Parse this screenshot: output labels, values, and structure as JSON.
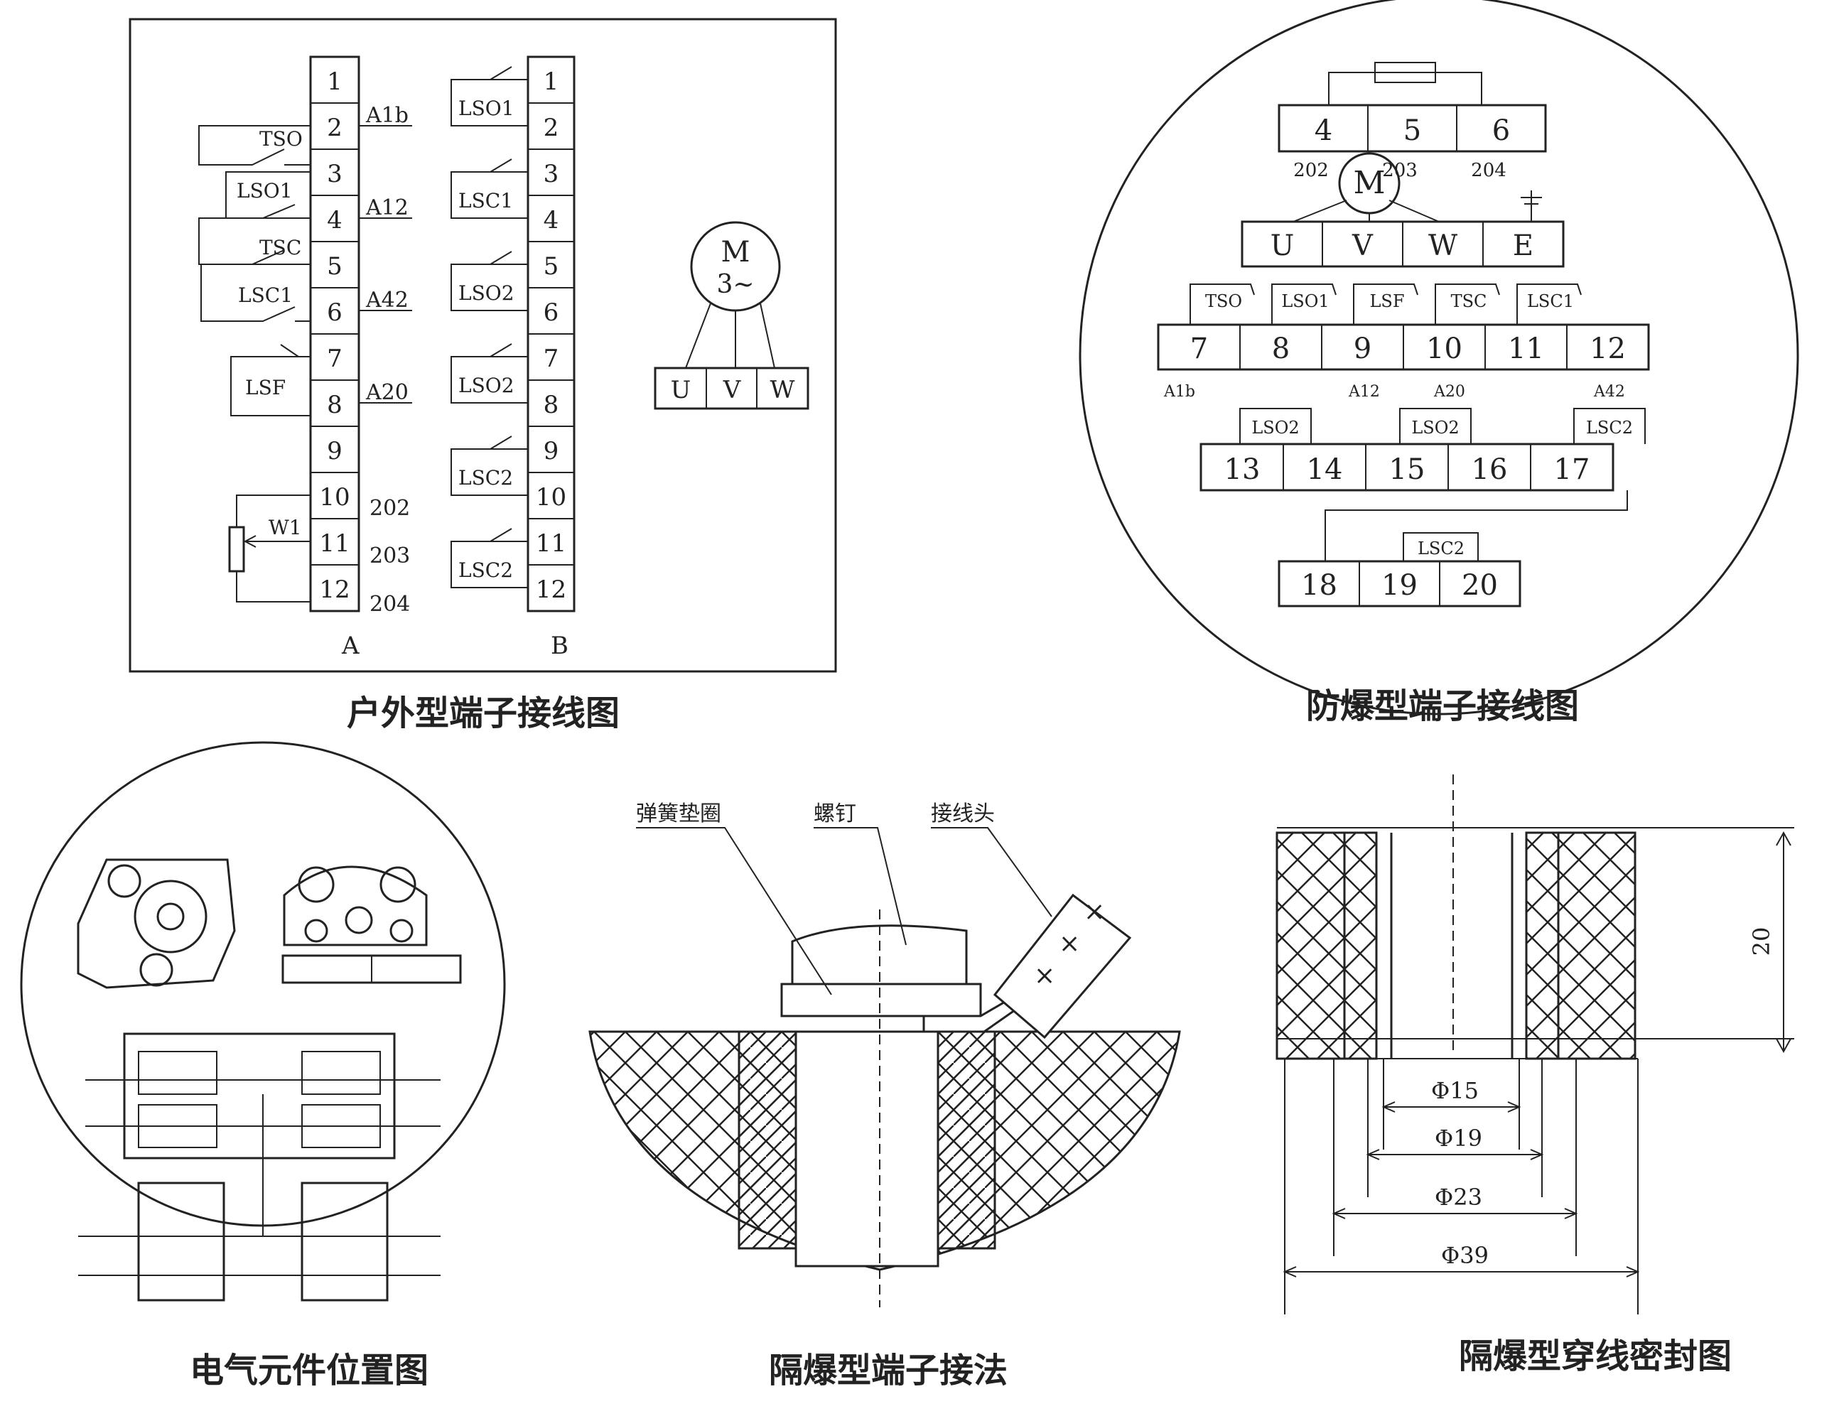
{
  "captions": {
    "outdoor": "户外型端子接线图",
    "explosion_proof": "防爆型端子接线图",
    "component_position": "电气元件位置图",
    "flameproof_terminal": "隔爆型端子接法",
    "flameproof_seal": "隔爆型穿线密封图"
  },
  "outdoor": {
    "strip_a_numbers": [
      "1",
      "2",
      "3",
      "4",
      "5",
      "6",
      "7",
      "8",
      "9",
      "10",
      "11",
      "12"
    ],
    "strip_b_numbers": [
      "1",
      "2",
      "3",
      "4",
      "5",
      "6",
      "7",
      "8",
      "9",
      "10",
      "11",
      "12"
    ],
    "strip_a_label": "A",
    "strip_b_label": "B",
    "right_labels": {
      "a2": "A1b",
      "a4": "A12",
      "a6": "A42",
      "a8": "A20",
      "a10": "202",
      "a11": "203",
      "a12": "204"
    },
    "left_labels": {
      "tso": "TSO",
      "lso1": "LSO1",
      "tsc": "TSC",
      "lsc1": "LSC1",
      "lsf": "LSF",
      "w1": "W1"
    },
    "b_labels": [
      "LSO1",
      "LSC1",
      "LSO2",
      "LSO2",
      "LSC2",
      "LSC2"
    ],
    "motor": {
      "m": "M",
      "phase": "3~",
      "terminals": [
        "U",
        "V",
        "W"
      ]
    }
  },
  "explosion": {
    "row1": [
      "4",
      "5",
      "6"
    ],
    "row1_sub": [
      "202",
      "203",
      "204"
    ],
    "motor": "M",
    "row2": [
      "U",
      "V",
      "W",
      "E"
    ],
    "row3": [
      "7",
      "8",
      "9",
      "10",
      "11",
      "12"
    ],
    "row3_top": [
      "TSO",
      "LSO1",
      "LSF",
      "TSC",
      "LSC1"
    ],
    "row3_sub": [
      "A1b",
      "A12",
      "A20",
      "A42"
    ],
    "row4": [
      "13",
      "14",
      "15",
      "16",
      "17"
    ],
    "row4_top": [
      "LSO2",
      "LSO2",
      "LSC2"
    ],
    "row5": [
      "18",
      "19",
      "20"
    ],
    "row5_top": "LSC2"
  },
  "flameproof_terminal": {
    "labels": [
      "弹簧垫圈",
      "螺钉",
      "接线头"
    ]
  },
  "seal": {
    "height": "20",
    "diameters": [
      "Φ15",
      "Φ19",
      "Φ23",
      "Φ39"
    ]
  },
  "colors": {
    "ink": "#222222",
    "paper": "#ffffff"
  }
}
